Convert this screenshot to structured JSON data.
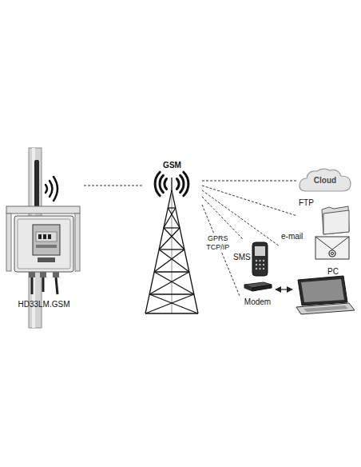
{
  "diagram": {
    "nodes": [
      {
        "text": [
          "HD33LM.GSM"
        ]
      },
      {
        "text": [
          "GSM"
        ]
      },
      {
        "text": [
          "Cloud"
        ]
      },
      {
        "text": [
          "FTP"
        ]
      },
      {
        "text": [
          "e-mail"
        ]
      },
      {
        "text": [
          "SMS"
        ]
      },
      {
        "text": [
          "Modem"
        ]
      },
      {
        "text": [
          "PC"
        ]
      }
    ],
    "edges": [
      {
        "from": 0,
        "to": 1,
        "arrow": "none"
      },
      {
        "from": 1,
        "to": 2,
        "arrow": "none"
      },
      {
        "from": 1,
        "to": 3,
        "arrow": "none"
      },
      {
        "from": 1,
        "to": 4,
        "arrow": "none"
      },
      {
        "from": 1,
        "to": 5,
        "arrow": "none"
      },
      {
        "from": 1,
        "to": 6,
        "label": "GPRS TCP/IP",
        "arrow": "none"
      },
      {
        "from": 6,
        "to": 7,
        "arrow": "both"
      }
    ]
  }
}
